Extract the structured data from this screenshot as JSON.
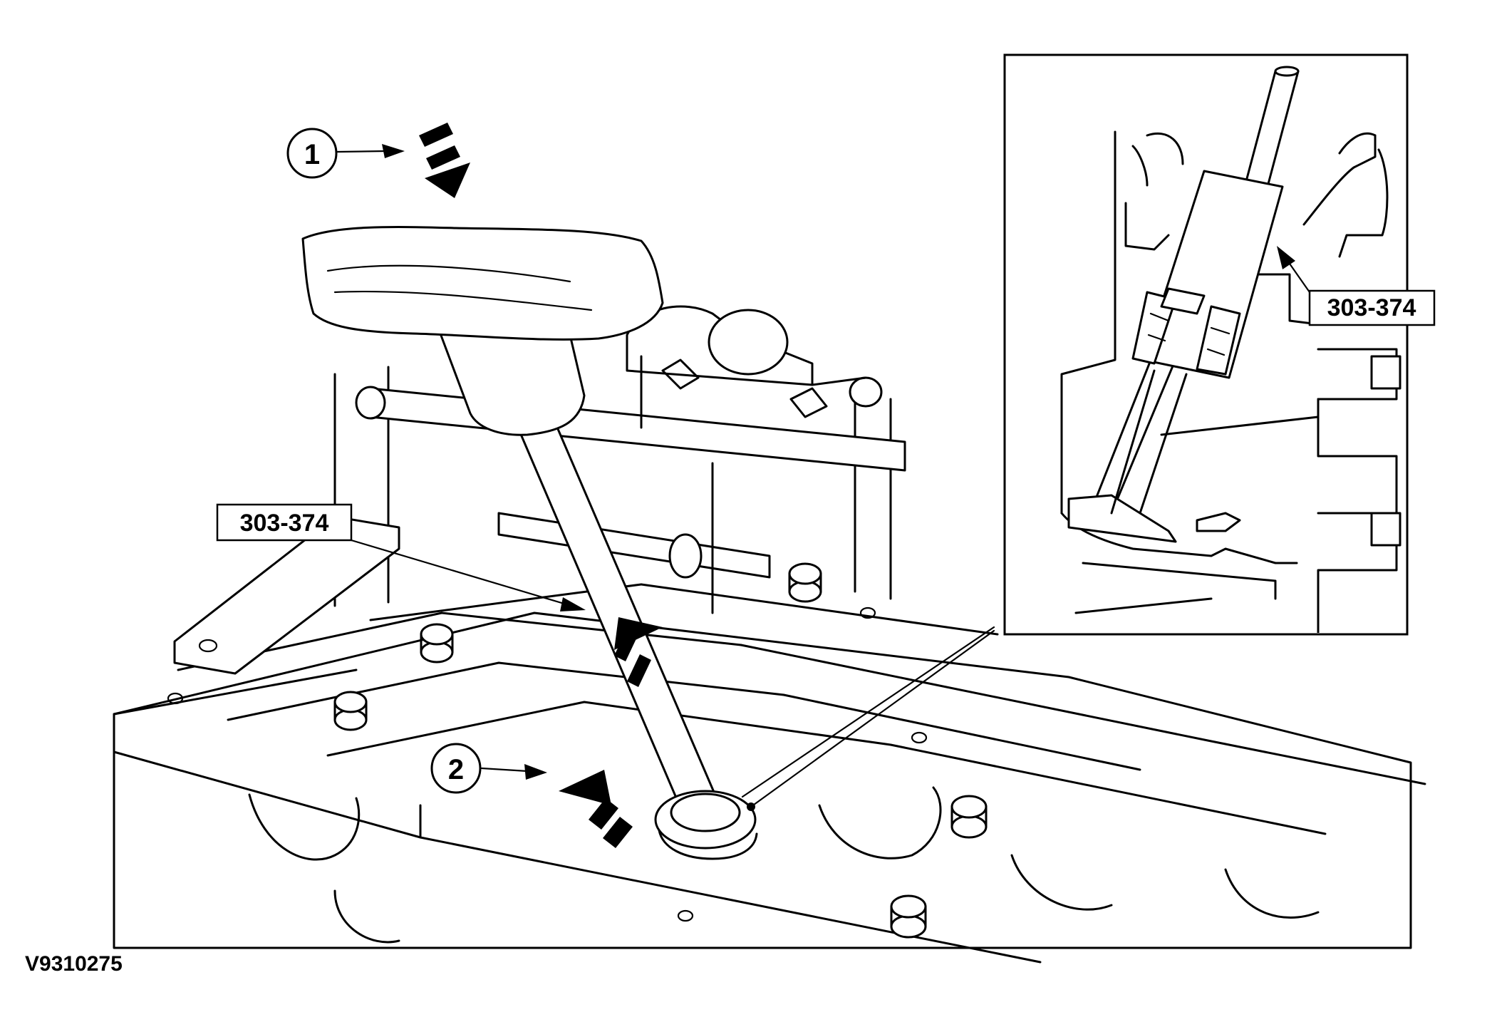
{
  "labels": {
    "tool_main": "303-374",
    "tool_detail": "303-374",
    "step_1": "1",
    "step_2": "2",
    "figure_id": "V9310275"
  },
  "icons": {
    "motion_arrow": "dashed-direction-arrow",
    "leader_arrow": "arrowhead-leader"
  }
}
